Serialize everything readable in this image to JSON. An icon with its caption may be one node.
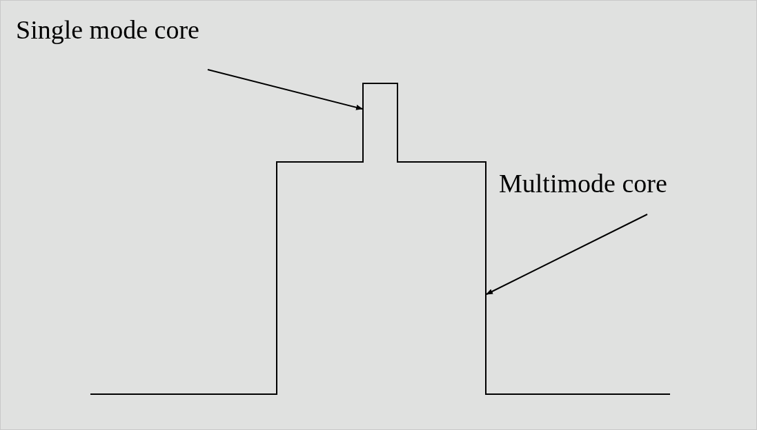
{
  "diagram": {
    "nodes": [
      {
        "text": [
          "Single mode core"
        ]
      },
      {
        "text": [
          "Multimode core"
        ]
      }
    ],
    "edges": [
      {
        "from": 0,
        "to": null,
        "arrow": "to"
      },
      {
        "from": 1,
        "to": null,
        "arrow": "to"
      }
    ]
  }
}
